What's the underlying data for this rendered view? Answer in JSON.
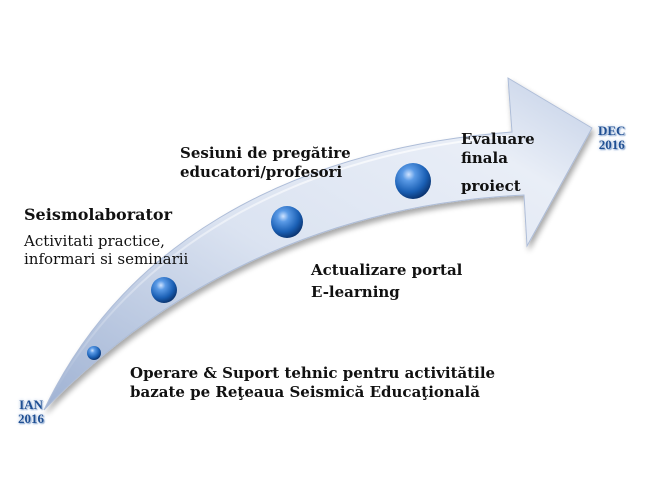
{
  "timeline": {
    "start": {
      "line1": "IAN",
      "line2": "2016"
    },
    "end": {
      "line1": "DEC",
      "line2": "2016"
    }
  },
  "milestones": {
    "seismolab_title": "Seismolaborator",
    "seismolab_line1": "Activitati practice,",
    "seismolab_line2": "informari si seminarii",
    "sesiuni_line1": "Sesiuni de pregătire",
    "sesiuni_line2": "educatori/profesori",
    "evaluare_line1": "Evaluare",
    "evaluare_line2": "finala",
    "evaluare_line3": "proiect",
    "portal_line1": "Actualizare portal",
    "portal_line2": "E-learning",
    "operare_line1": "Operare & Suport tehnic pentru activitătile",
    "operare_line2": "bazate pe Reţeaua Seismică Educaţională"
  },
  "colors": {
    "arrow_light": "#eef2f9",
    "arrow_mid": "#c7d3e8",
    "arrow_dark": "#8ea3c7",
    "bead": "#1a5fb4",
    "date_text": "#1f4f93"
  }
}
